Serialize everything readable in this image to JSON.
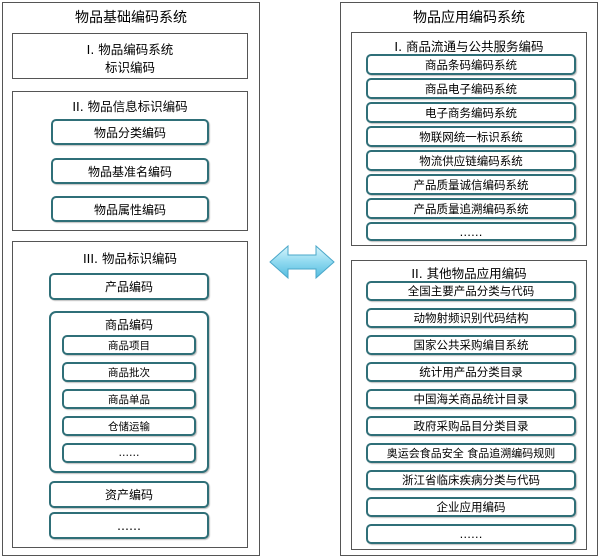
{
  "left": {
    "title": "物品基础编码系统",
    "section1": {
      "line1": "I. 物品编码系统",
      "line2": "标识编码"
    },
    "section2": {
      "title": "II. 物品信息标识编码",
      "items": [
        "物品分类编码",
        "物品基准名编码",
        "物品属性编码"
      ]
    },
    "section3": {
      "title": "III. 物品标识编码",
      "product": "产品编码",
      "goods": {
        "title": "商品编码",
        "items": [
          "商品项目",
          "商品批次",
          "商品单品",
          "仓储运输",
          "……"
        ]
      },
      "asset": "资产编码",
      "more": "……"
    }
  },
  "right": {
    "title": "物品应用编码系统",
    "section1": {
      "title": "I. 商品流通与公共服务编码",
      "items": [
        "商品条码编码系统",
        "商品电子编码系统",
        "电子商务编码系统",
        "物联网统一标识系统",
        "物流供应链编码系统",
        "产品质量诚信编码系统",
        "产品质量追溯编码系统",
        "……"
      ]
    },
    "section2": {
      "title": "II. 其他物品应用编码",
      "items": [
        "全国主要产品分类与代码",
        "动物射频识别代码结构",
        "国家公共采购编目系统",
        "统计用产品分类目录",
        "中国海关商品统计目录",
        "政府采购品目分类目录",
        "奥运会食品安全 食品追溯编码规则",
        "浙江省临床疾病分类与代码",
        "企业应用编码",
        "……"
      ]
    }
  },
  "arrow": {
    "color": "#8fd9f0"
  },
  "colors": {
    "pill_border": "#2f6f78",
    "box_border": "#555555"
  }
}
